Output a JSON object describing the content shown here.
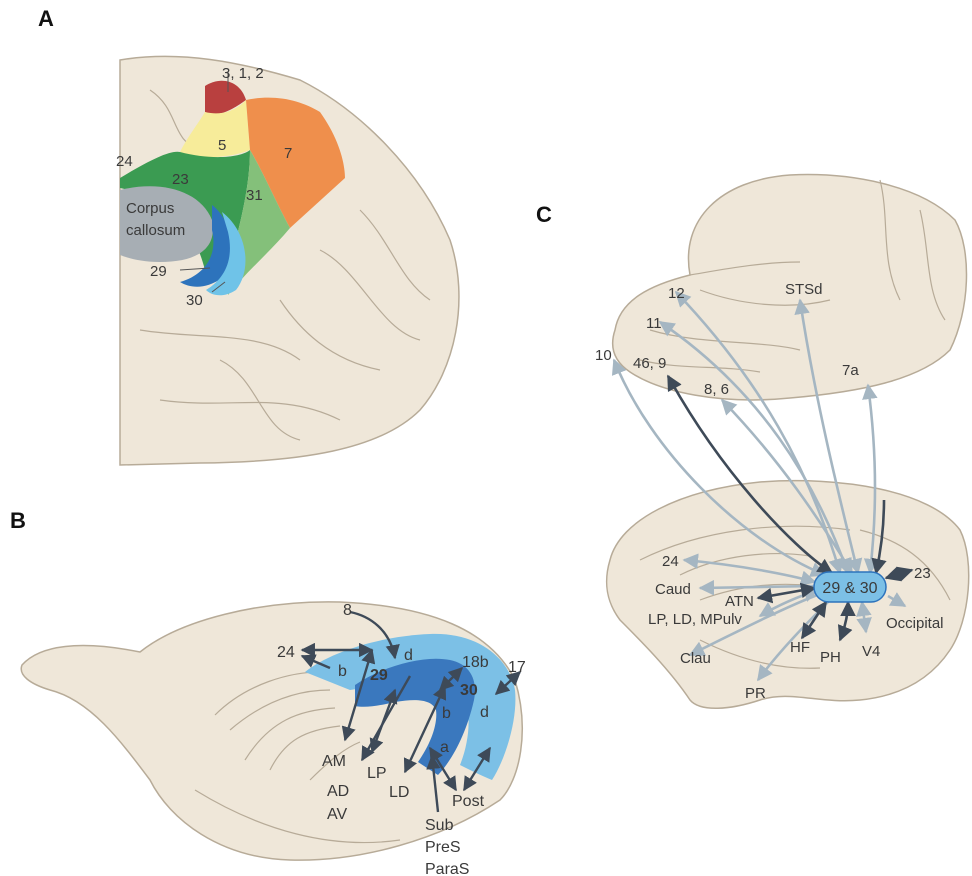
{
  "panels": {
    "a": {
      "letter": "A",
      "labels": {
        "area_312": "3, 1, 2",
        "area_5": "5",
        "area_7": "7",
        "area_24": "24",
        "area_23": "23",
        "area_31": "31",
        "corpus_1": "Corpus",
        "corpus_2": "callosum",
        "area_29": "29",
        "area_30": "30"
      },
      "colors": {
        "area_312": "#b9403f",
        "area_5": "#f7ec9a",
        "area_7": "#ef8f4c",
        "area_23": "#3b9b52",
        "area_31": "#84c07a",
        "corpus": "#a7aeb4",
        "area_29": "#2d73bc",
        "area_30": "#6fc3e8"
      }
    },
    "b": {
      "letter": "B",
      "labels": {
        "n8": "8",
        "n18b": "18b",
        "n17": "17",
        "n24": "24",
        "b1": "b",
        "n29": "29",
        "d1": "d",
        "n30": "30",
        "b2": "b",
        "d2": "d",
        "a": "a",
        "am": "AM",
        "ad": "AD",
        "av": "AV",
        "lp": "LP",
        "ld": "LD",
        "sub": "Sub",
        "pres": "PreS",
        "paras": "ParaS",
        "post": "Post"
      }
    },
    "c": {
      "letter": "C",
      "labels": {
        "n12": "12",
        "n11": "11",
        "n10": "10",
        "n46_9": "46, 9",
        "n8_6": "8, 6",
        "stsd": "STSd",
        "n7a": "7a",
        "n24": "24",
        "caud": "Caud",
        "atn": "ATN",
        "lp_ld_mpulv": "LP, LD, MPulv",
        "clau": "Clau",
        "pr": "PR",
        "hf": "HF",
        "ph": "PH",
        "v4": "V4",
        "occipital": "Occipital",
        "n23": "23",
        "center": "29 & 30"
      }
    }
  },
  "style": {
    "brain_fill": "#efe7d9",
    "brain_stroke": "#b7ab98",
    "arrow_dark": "#3e4a58",
    "arrow_light": "#a5b6c2",
    "rsc_light": "#7cc0e6",
    "rsc_dark": "#3a78be"
  }
}
